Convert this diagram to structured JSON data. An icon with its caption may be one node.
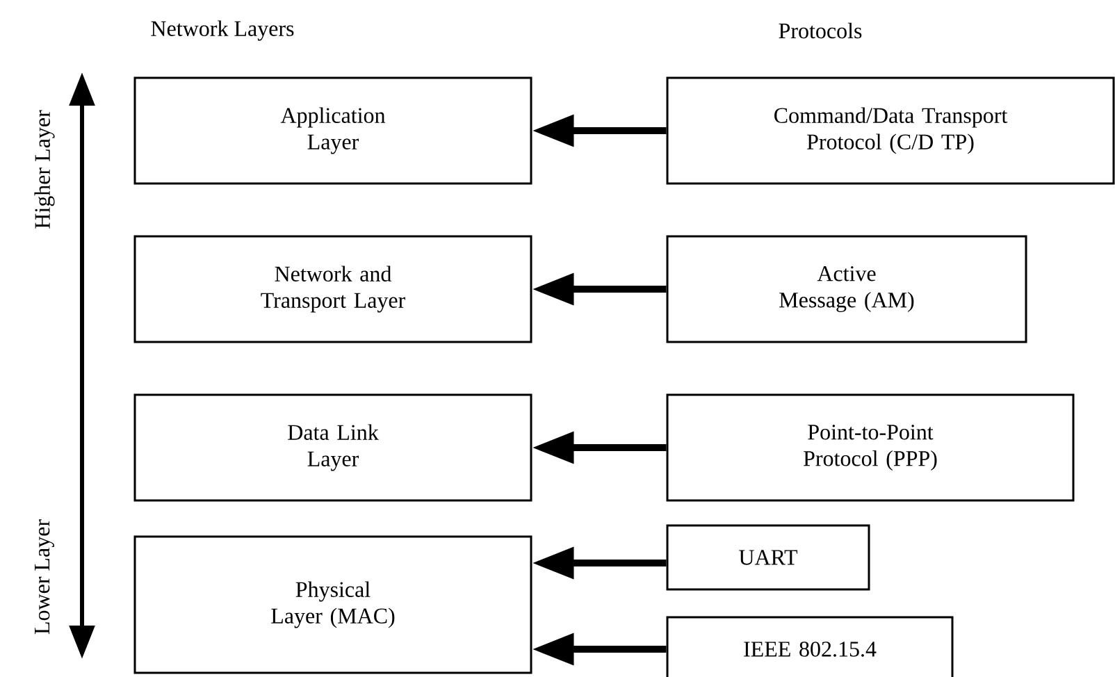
{
  "diagram": {
    "nodes": [
      {
        "text": [
          "Application Layer"
        ]
      },
      {
        "text": [
          "Network and Transport Layer"
        ]
      },
      {
        "text": [
          "Data Link Layer"
        ]
      },
      {
        "text": [
          "Physical Layer (MAC)"
        ]
      },
      {
        "text": [
          "Command/Data Transport Protocol (C/D TP)"
        ]
      },
      {
        "text": [
          "Active Message (AM)"
        ]
      },
      {
        "text": [
          "Point-to-Point Protocol (PPP)"
        ]
      },
      {
        "text": [
          "UART"
        ]
      },
      {
        "text": [
          "IEEE 802.15.4"
        ]
      }
    ],
    "edges": [
      {
        "from": 4,
        "to": 0,
        "arrow": "to"
      },
      {
        "from": 5,
        "to": 1,
        "arrow": "to"
      },
      {
        "from": 6,
        "to": 2,
        "arrow": "to"
      },
      {
        "from": 7,
        "to": 3,
        "arrow": "to"
      },
      {
        "from": 8,
        "to": 3,
        "arrow": "to"
      }
    ],
    "labels": [
      "Network Layers",
      "Protocols",
      "Higher Layer",
      "Lower Layer"
    ]
  }
}
